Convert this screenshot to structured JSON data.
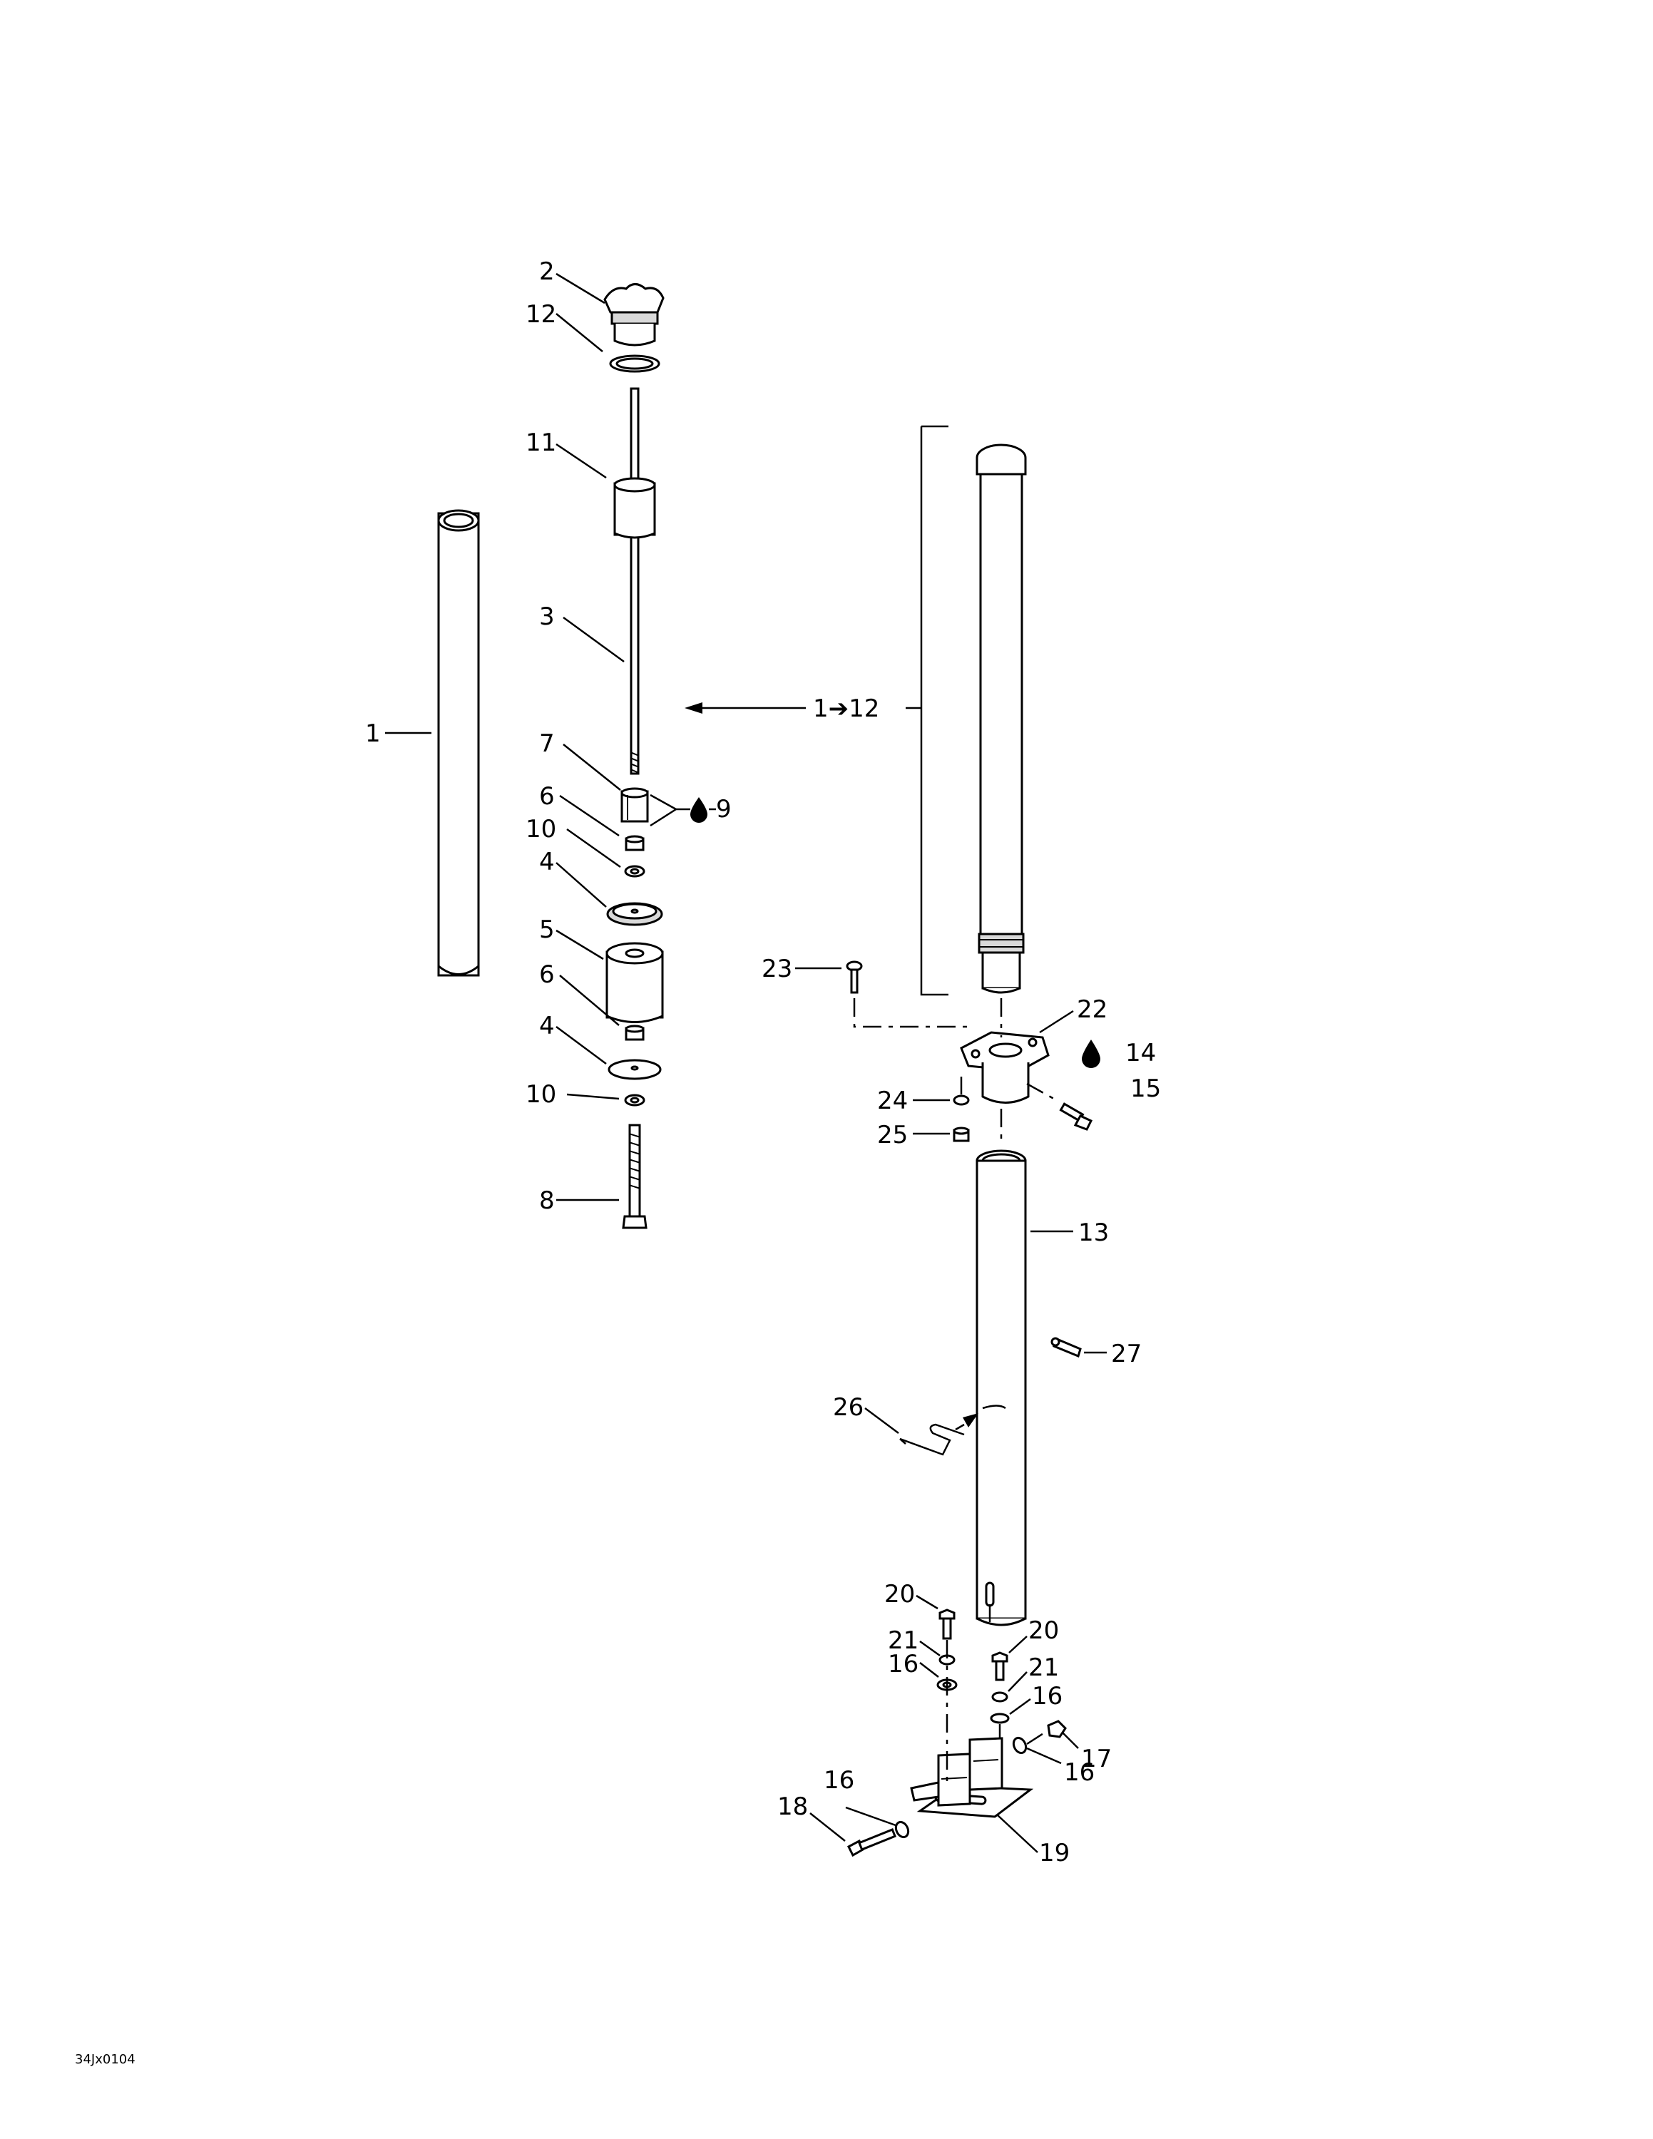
{
  "labels": {
    "l1": "1",
    "l2": "2",
    "l3": "3",
    "l4a": "4",
    "l4b": "4",
    "l5": "5",
    "l6a": "6",
    "l6b": "6",
    "l7": "7",
    "l8": "8",
    "l9": "9",
    "l10a": "10",
    "l10b": "10",
    "l11": "11",
    "l12": "12",
    "assembly": "1➔12",
    "l13": "13",
    "l14": "14",
    "l15": "15",
    "l16a": "16",
    "l16b": "16",
    "l16c": "16",
    "l16d": "16",
    "l17": "17",
    "l18": "18",
    "l19": "19",
    "l20a": "20",
    "l20b": "20",
    "l21a": "21",
    "l21b": "21",
    "l22": "22",
    "l23": "23",
    "l24": "24",
    "l25": "25",
    "l26": "26",
    "l27": "27"
  },
  "figure_ref": "34Jx0104",
  "icons": [
    "oil-drop-icon",
    "oil-drop-icon"
  ]
}
